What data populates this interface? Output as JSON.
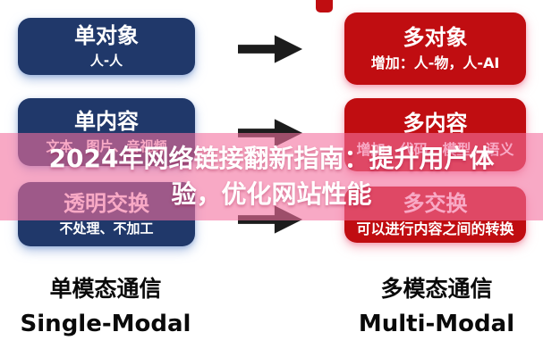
{
  "banner": {
    "line1": "2024年网络链接翻新指南：提升用户体",
    "line2": "验，优化网站性能",
    "full_title": "2024年网络链接翻新指南：提升用户体验，优化网站性能"
  },
  "rows": [
    {
      "left": {
        "title": "单对象",
        "subtitle": "人-人"
      },
      "right": {
        "title": "多对象",
        "subtitle": "增加：人-物，人-AI"
      }
    },
    {
      "left": {
        "title": "单内容",
        "subtitle": "文本、图片、音视频"
      },
      "right": {
        "title": "多内容",
        "subtitle": "增加：代码、模型、语义"
      }
    },
    {
      "left": {
        "title": "透明交换",
        "subtitle": "不处理、不加工"
      },
      "right": {
        "title": "多交换",
        "subtitle": "可以进行内容之间的转换"
      }
    }
  ],
  "footers": {
    "left": {
      "zh": "单模态通信",
      "en": "Single-Modal"
    },
    "right": {
      "zh": "多模态通信",
      "en": "Multi-Modal"
    }
  },
  "colors": {
    "left_box": "#20386a",
    "right_box": "#c00d11",
    "banner_overlay": "#f36f9e",
    "arrow": "#1c1c1c",
    "footer_text": "#0a0a0a"
  },
  "icons": {
    "arrow": "right-arrow"
  }
}
